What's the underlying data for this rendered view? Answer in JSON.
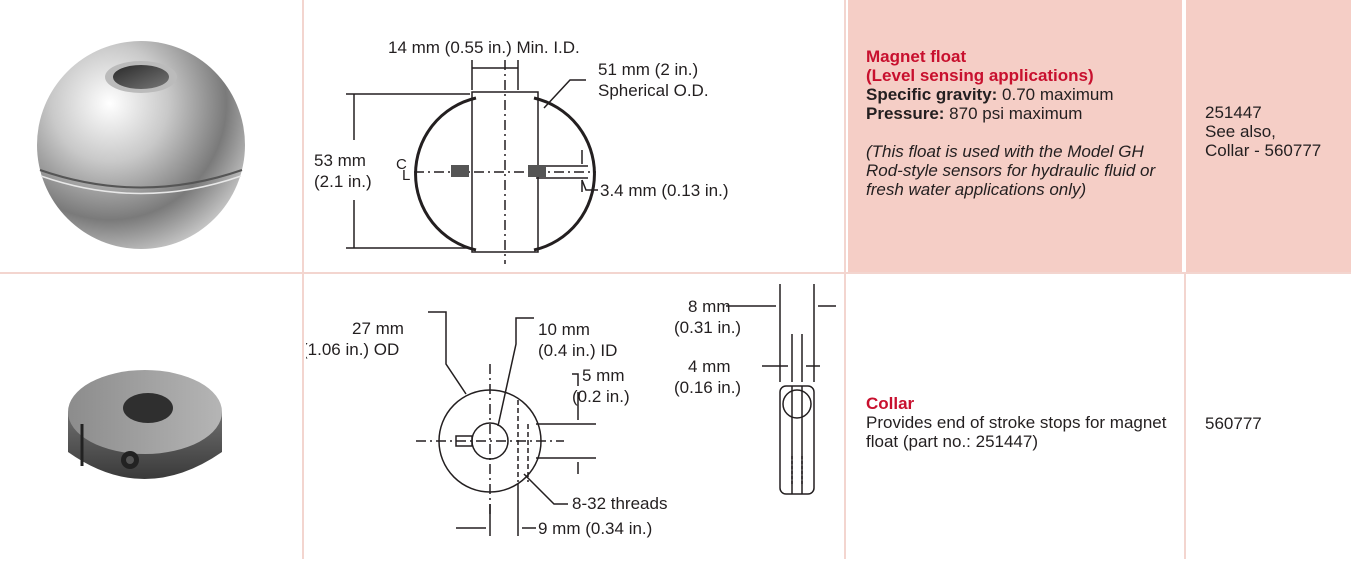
{
  "rows": [
    {
      "photo_icon": "magnet-float-sphere-photo",
      "diagram": {
        "id_label": "14 mm (0.55 in.) Min. I.D.",
        "od_label_1": "51 mm (2 in.)",
        "od_label_2": "Spherical O.D.",
        "height_label_1": "53 mm",
        "height_label_2": "(2.1 in.)",
        "centerline_c": "C",
        "centerline_l": "L",
        "thickness_label": "3.4 mm (0.13 in.)"
      },
      "description": {
        "title_line1": "Magnet float",
        "title_line2": "(Level sensing applications)",
        "gravity_label": "Specific gravity:",
        "gravity_value": " 0.70 maximum",
        "pressure_label": "Pressure:",
        "pressure_value": " 870 psi maximum",
        "note": "(This float is used with the Model GH Rod-style sensors for hydraulic fluid or fresh water applications only)"
      },
      "part_lines": [
        "251447",
        "See also,",
        "Collar - 560777"
      ]
    },
    {
      "photo_icon": "collar-photo",
      "diagram": {
        "od_label_1": "27 mm",
        "od_label_2": "(1.06 in.) OD",
        "id_label_1": "10 mm",
        "id_label_2": "(0.4 in.) ID",
        "depth_label_1": "5 mm",
        "depth_label_2": "(0.2 in.)",
        "threads_label": "8-32 threads",
        "offset_label": "9 mm (0.34 in.)",
        "width_label_1": "8 mm",
        "width_label_2": "(0.31 in.)",
        "slot_label_1": "4 mm",
        "slot_label_2": "(0.16 in.)"
      },
      "description": {
        "title": "Collar",
        "text": "Provides end of stroke stops for magnet float (part no.: 251447)"
      },
      "part_lines": [
        "560777"
      ]
    }
  ],
  "colors": {
    "highlight_bg": "#f5cec6",
    "title_red": "#c8102e",
    "grid_line": "#f3d5cf"
  }
}
